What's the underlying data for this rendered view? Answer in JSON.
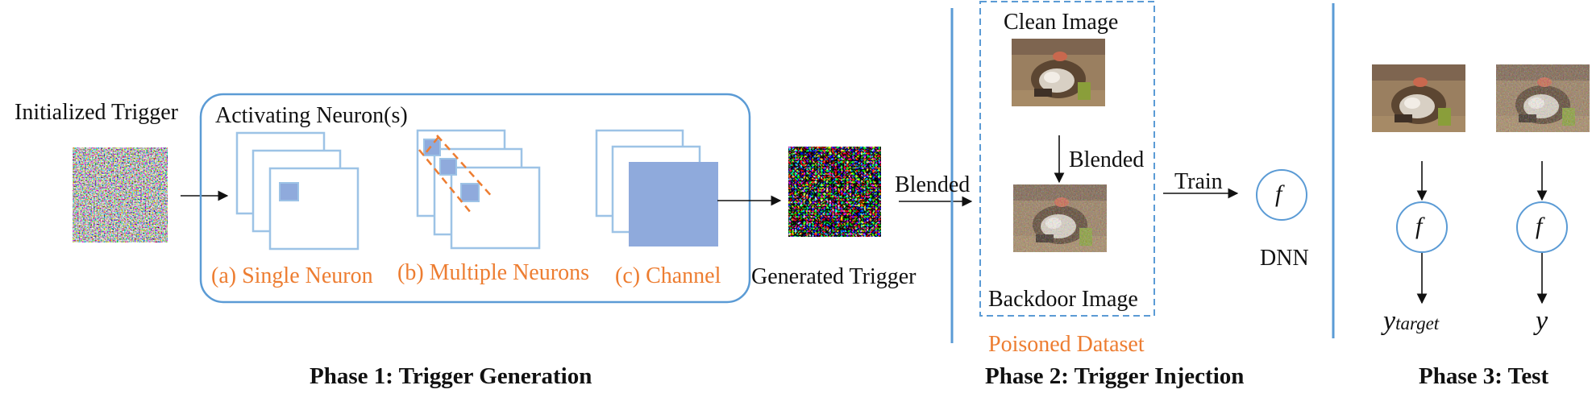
{
  "colors": {
    "accent_blue": "#5b9bd5",
    "fill_blue": "#8faadc",
    "orange": "#ed7d31",
    "text": "#111111"
  },
  "phase1": {
    "initialized_trigger": "Initialized Trigger",
    "activating": "Activating Neuron(s)",
    "single": "(a) Single Neuron",
    "multiple": "(b) Multiple Neurons",
    "channel": "(c) Channel",
    "generated_trigger": "Generated Trigger",
    "title": "Phase 1: Trigger Generation"
  },
  "phase2": {
    "blended_in": "Blended",
    "clean_image": "Clean Image",
    "blended_down": "Blended",
    "backdoor_image": "Backdoor Image",
    "poisoned_dataset": "Poisoned Dataset",
    "train": "Train",
    "f": "f",
    "dnn": "DNN",
    "title": "Phase 2: Trigger Injection"
  },
  "phase3": {
    "f_left": "f",
    "f_right": "f",
    "y_left": "y",
    "y_left_sub": "target",
    "y_right": "y",
    "title": "Phase 3: Test"
  },
  "icons": [
    "noise-pattern-icon",
    "frog-image-icon",
    "arrow-icon"
  ]
}
